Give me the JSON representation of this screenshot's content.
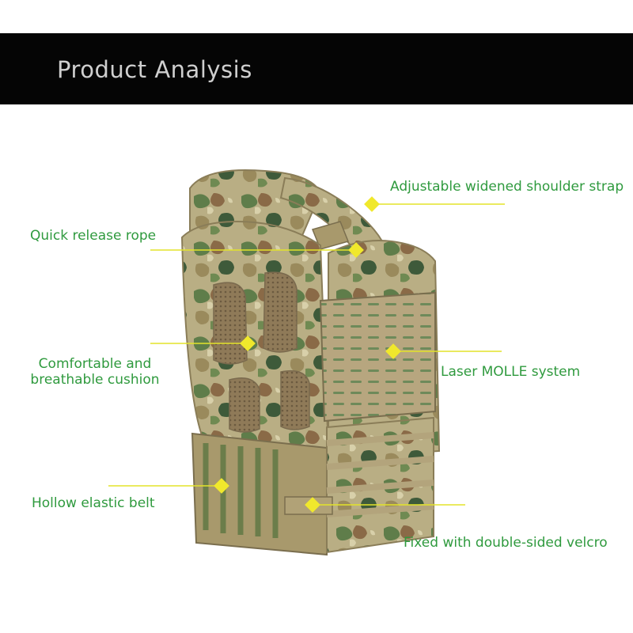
{
  "header": {
    "title": "Product Analysis"
  },
  "colors": {
    "banner": "#050505",
    "title": "#cfcfcf",
    "label": "#2f9a3e",
    "callout": "#e3e32a",
    "callout_dot": "#f0e82c"
  },
  "callouts": {
    "shoulder_strap": "Adjustable widened shoulder strap",
    "quick_release": "Quick release rope",
    "cushion_line1": "Comfortable and",
    "cushion_line2": "breathable cushion",
    "molle": "Laser MOLLE system",
    "belt": "Hollow elastic belt",
    "velcro": "Fixed with double-sided velcro"
  },
  "product": {
    "image": "camouflage-plate-carrier-vest"
  }
}
